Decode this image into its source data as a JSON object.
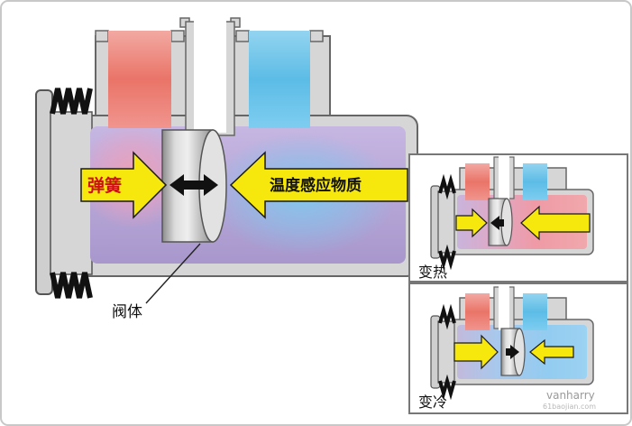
{
  "diagram": {
    "type": "thermostatic-valve-cross-section",
    "main": {
      "spring_label": "弹簧",
      "thermal_label": "温度感应物质",
      "valve_body_label": "阀体"
    },
    "insets": {
      "heating_label": "变热",
      "cooling_label": "变冷"
    },
    "watermark": {
      "line1": "vanharry",
      "line2": "61baojian.com"
    },
    "colors": {
      "arrow_yellow": "#f6e70c",
      "arrow_outline": "#1a1a1a",
      "hot_red": "#ea7468",
      "cold_blue": "#5cbce6",
      "chamber_purple": "#b3a3d6",
      "wall_gray": "#d6d6d6",
      "spring_text": "#cc1111",
      "label_text": "#111111",
      "watermark_text": "#9a9a9a"
    }
  }
}
